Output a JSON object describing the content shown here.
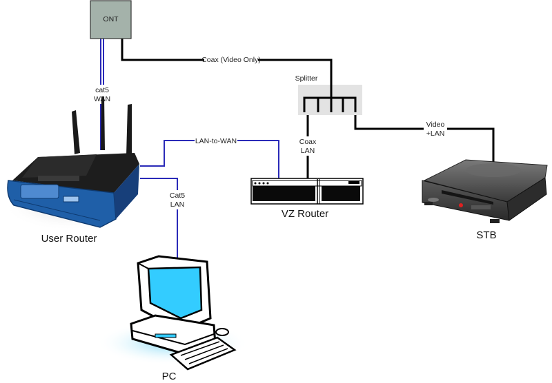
{
  "devices": {
    "ont": "ONT",
    "splitter": "Splitter",
    "user_router": "User Router",
    "vz_router": "VZ Router",
    "stb": "STB",
    "pc": "PC"
  },
  "links": {
    "coax_video": "Coax (Video Only)",
    "cat5_wan_1": "cat5",
    "cat5_wan_2": "WAN",
    "lan_to_wan": "LAN-to-WAN",
    "coax_lan_1": "Coax",
    "coax_lan_2": "LAN",
    "video_lan_1": "Video",
    "video_lan_2": "+LAN",
    "cat5_lan_1": "Cat5",
    "cat5_lan_2": "LAN"
  },
  "colors": {
    "ethernet": "#2a2ab8",
    "coax": "#000000",
    "router_blue": "#1f5fa8",
    "pc_screen": "#33ccff"
  },
  "icons": [
    "wireless-router-icon",
    "desktop-pc-icon",
    "set-top-box-icon",
    "rack-router-icon",
    "splitter-icon"
  ]
}
